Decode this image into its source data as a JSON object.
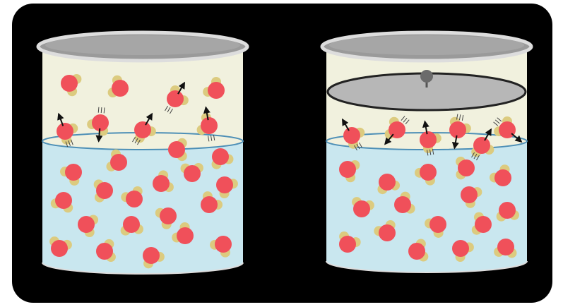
{
  "figure": {
    "panels": [
      {
        "name": "open-container",
        "lid": "absent",
        "piston": "absent",
        "colors": {
          "liquid": "#c9e7ef",
          "vapor_space": "#f1f1de",
          "molecule_oxygen": "#f0505a",
          "molecule_hydrogen": "#dccb7f",
          "arrow": "#111111"
        }
      },
      {
        "name": "closed-container",
        "lid": "present",
        "piston": "present",
        "colors": {
          "liquid": "#c9e7ef",
          "vapor_space": "#f1f1de",
          "piston": "#b7b7b7",
          "molecule_oxygen": "#f0505a",
          "molecule_hydrogen": "#dccb7f",
          "arrow": "#111111"
        }
      }
    ],
    "background": "#000000",
    "frame_background": "#ffffff"
  }
}
